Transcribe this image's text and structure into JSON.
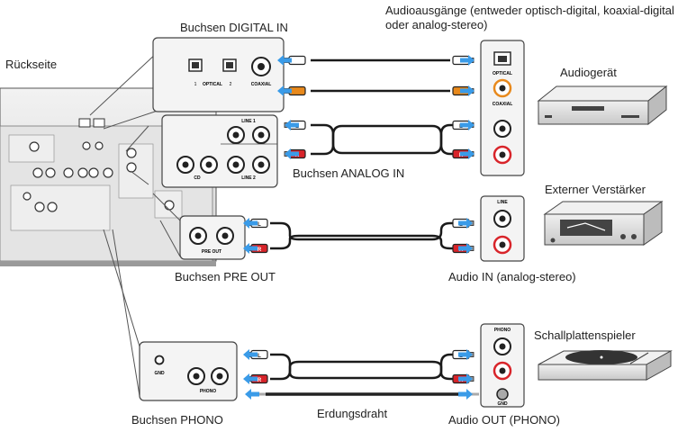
{
  "labels": {
    "rear_side": "Rückseite",
    "digital_in": "Buchsen DIGITAL IN",
    "audio_outputs": "Audioausgänge (entweder optisch-digital, koaxial-digital oder analog-stereo)",
    "audio_device": "Audiogerät",
    "analog_in": "Buchsen ANALOG IN",
    "external_amp": "Externer Verstärker",
    "pre_out": "Buchsen PRE OUT",
    "audio_in": "Audio IN (analog-stereo)",
    "turntable": "Schallplattenspieler",
    "phono": "Buchsen PHONO",
    "ground_wire": "Erdungsdraht",
    "audio_out_phono": "Audio OUT (PHONO)"
  },
  "jack_labels": {
    "optical": "OPTICAL",
    "coaxial": "COAXIAL",
    "num1": "1",
    "num2": "2",
    "line1": "LINE 1",
    "line2": "LINE 2",
    "line": "LINE",
    "cd": "CD",
    "pre_out": "PRE OUT",
    "phono": "PHONO",
    "gnd": "GND",
    "left": "L",
    "right": "R"
  },
  "colors": {
    "arrow": "#3a9be8",
    "coax_plug": "#e8891c",
    "red_plug": "#d8242a",
    "cable": "#1a1a1a",
    "panel_gray": "#e8e8e8",
    "device_gray": "#d8d8d8"
  }
}
